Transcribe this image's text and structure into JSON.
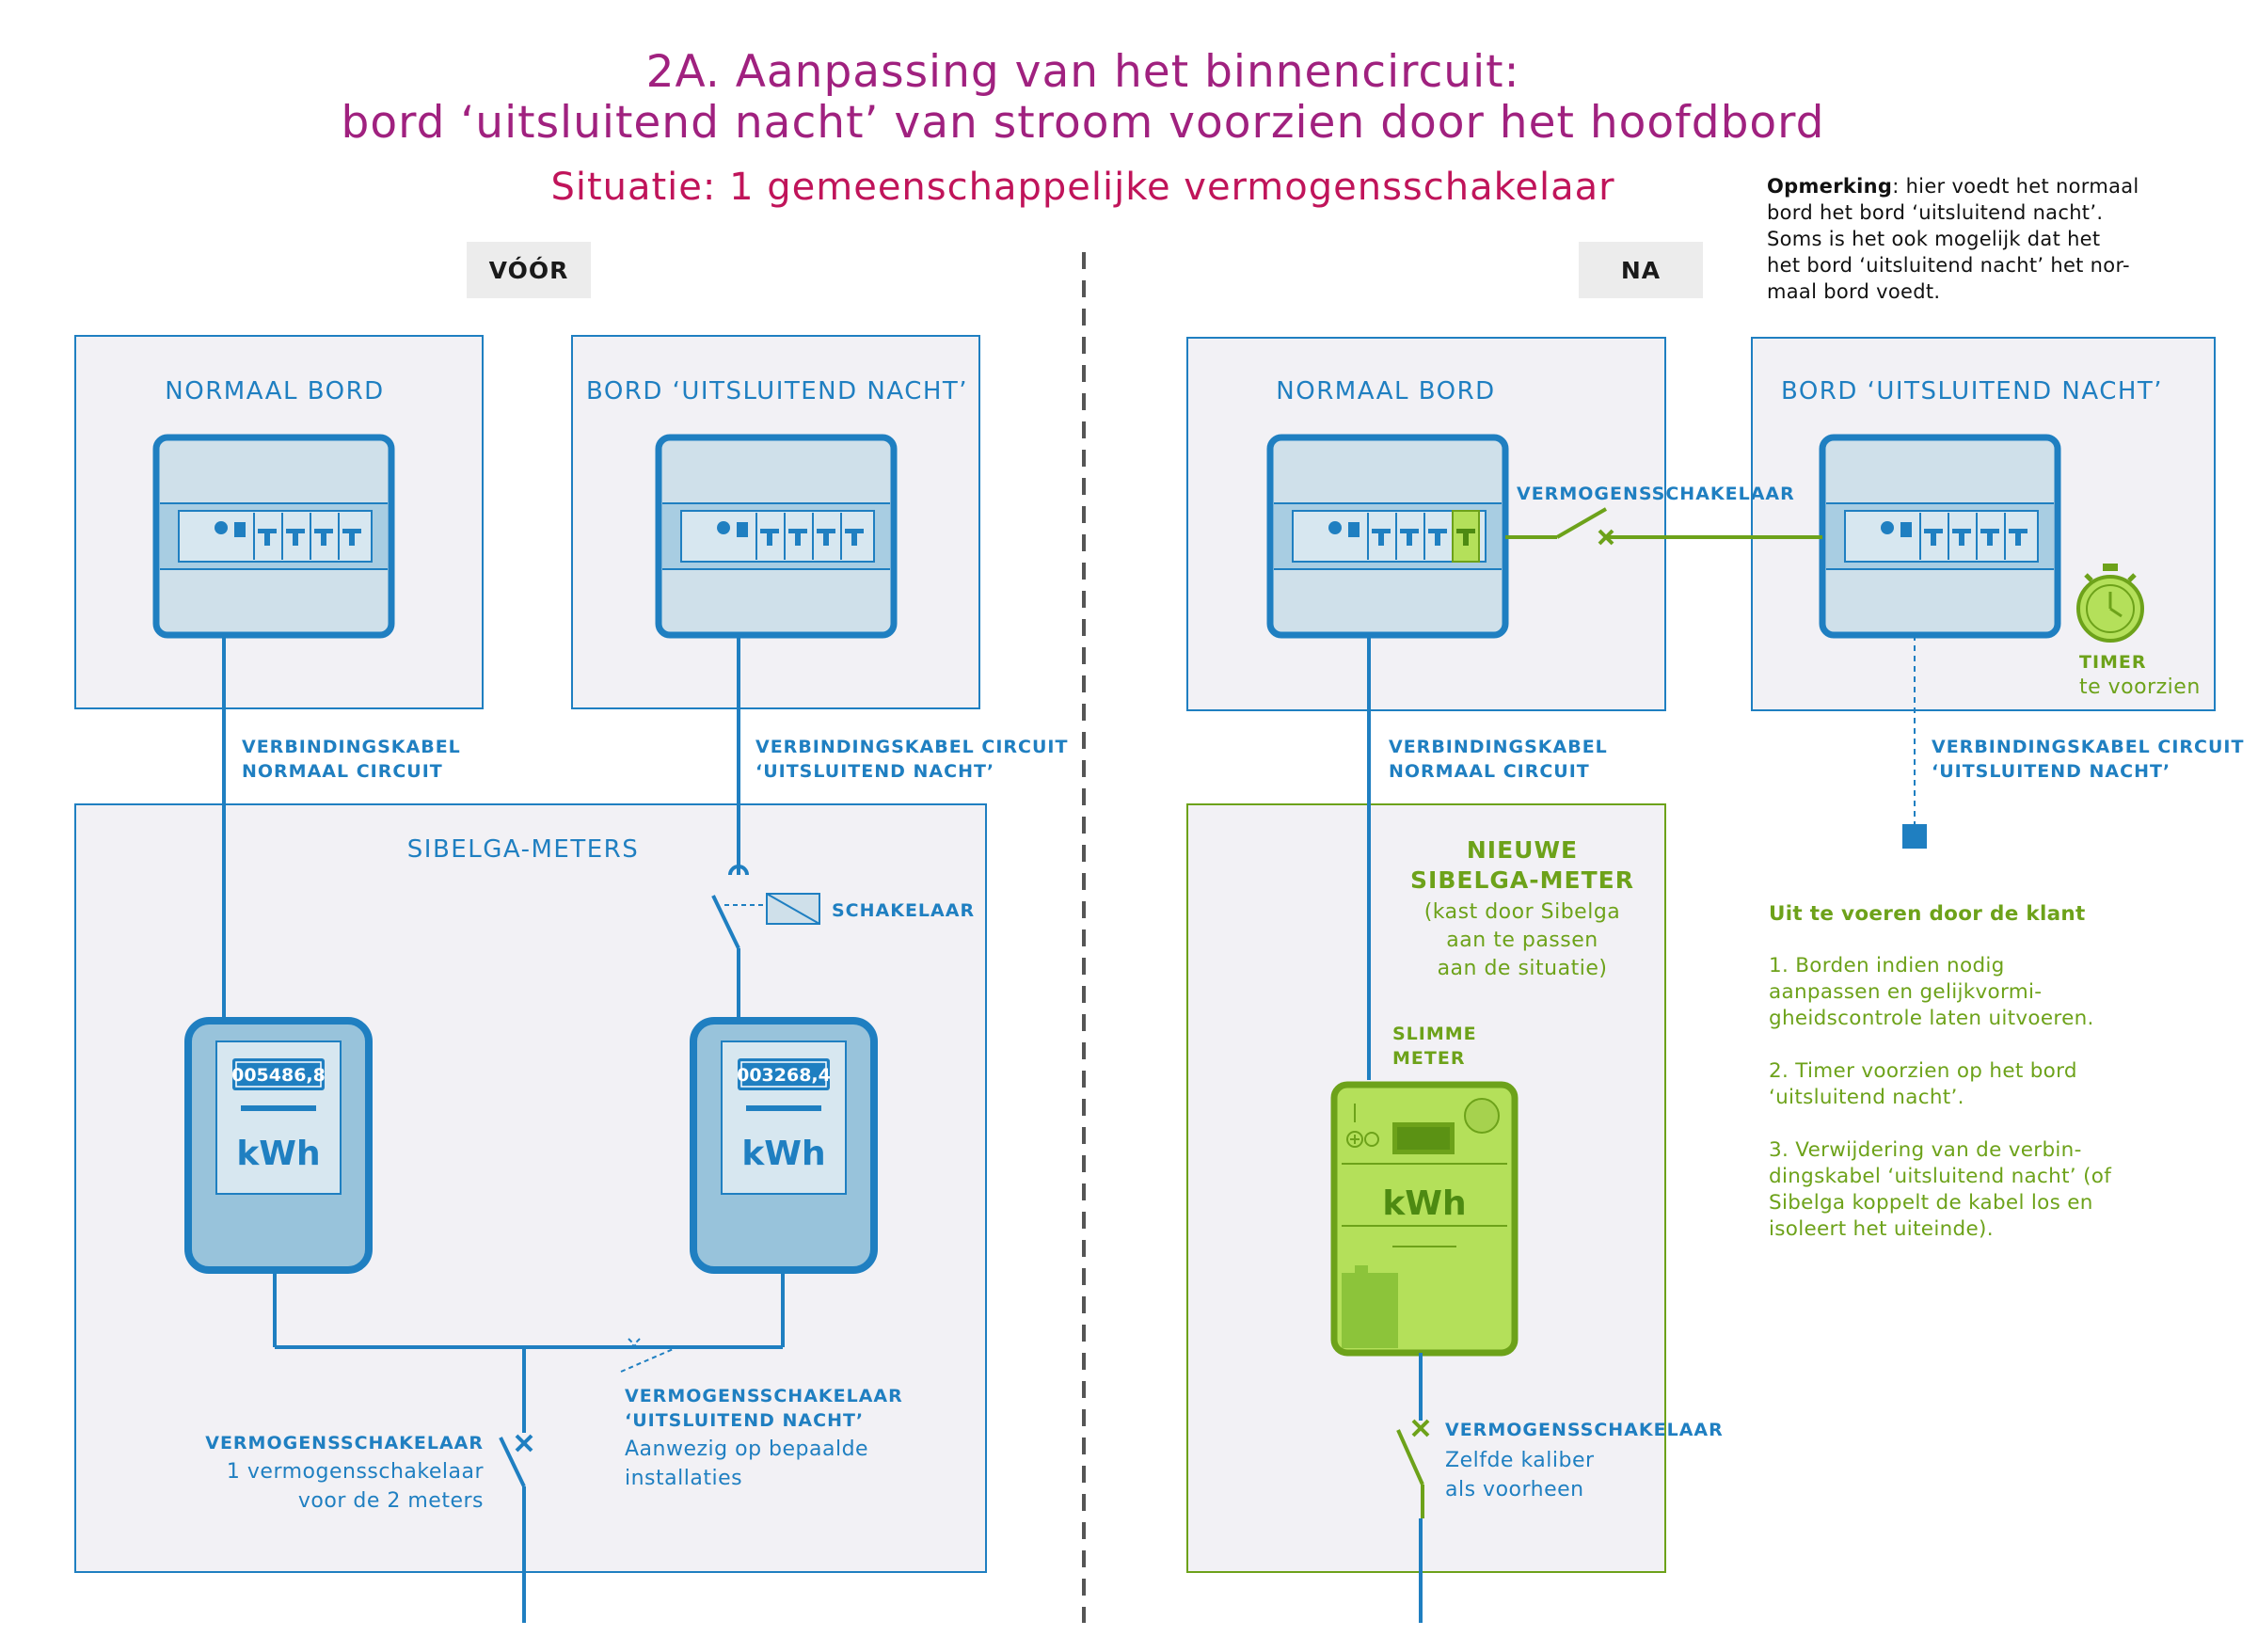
{
  "title": {
    "line1": "2A. Aanpassing van het binnencircuit:",
    "line2": "bord ‘uitsluitend nacht’ van stroom voorzien door het hoofdbord",
    "situation": "Situatie: 1 gemeenschappelijke vermogensschakelaar"
  },
  "remark": {
    "bold": "Opmerking",
    "lines": [
      ": hier voedt het normaal",
      "bord het bord ‘uitsluitend nacht’.",
      "Soms is het ook mogelijk dat het",
      "het bord ‘uitsluitend nacht’ het nor-",
      "maal bord voedt."
    ]
  },
  "before": {
    "tag": "VÓÓR",
    "normal_board": "NORMAAL BORD",
    "night_board": "BORD ‘UITSLUITEND NACHT’",
    "cable_normal": [
      "VERBINDINGSKABEL",
      "NORMAAL CIRCUIT"
    ],
    "cable_night": [
      "VERBINDINGSKABEL CIRCUIT",
      "‘UITSLUITEND NACHT’"
    ],
    "meters_label": "SIBELGA-METERS",
    "switch_label": "SCHAKELAAR",
    "meter1_reading": "005486,8",
    "meter2_reading": "003268,4",
    "kwh": "kWh",
    "night_breaker": [
      "VERMOGENSSCHAKELAAR",
      "‘UITSLUITEND NACHT’",
      "Aanwezig op bepaalde",
      "installaties"
    ],
    "main_breaker": [
      "VERMOGENSSCHAKELAAR",
      "1 vermogensschakelaar",
      "voor de 2 meters"
    ]
  },
  "after": {
    "tag": "NA",
    "normal_board": "NORMAAL BORD",
    "night_board": "BORD ‘UITSLUITEND NACHT’",
    "breaker_label": "VERMOGENSSCHAKELAAR",
    "timer": [
      "TIMER",
      "te voorzien"
    ],
    "cable_normal": [
      "VERBINDINGSKABEL",
      "NORMAAL CIRCUIT"
    ],
    "cable_night": [
      "VERBINDINGSKABEL CIRCUIT",
      "‘UITSLUITEND NACHT’"
    ],
    "new_meter": [
      "NIEUWE",
      "SIBELGA-METER",
      "(kast door Sibelga",
      "aan te passen",
      "aan de situatie)"
    ],
    "smart_meter": [
      "SLIMME",
      "METER"
    ],
    "kwh": "kWh",
    "breaker": [
      "VERMOGENSSCHAKELAAR",
      "Zelfde kaliber",
      "als voorheen"
    ]
  },
  "client_actions": {
    "title": "Uit te voeren door de klant",
    "steps": [
      [
        "1.  Borden indien nodig",
        "aanpassen en gelijkvormi-",
        "gheidscontrole laten uitvoeren."
      ],
      [
        "2.  Timer voorzien op het bord",
        "‘uitsluitend nacht’."
      ],
      [
        "3.  Verwijdering van de verbin-",
        "dingskabel ‘uitsluitend nacht’ (of",
        "Sibelga koppelt de kabel los en",
        "isoleert het uiteinde)."
      ]
    ]
  },
  "colors": {
    "blue": "#1f7fc1",
    "green": "#6da21a",
    "title": "#a0217f",
    "subtitle": "#c0145a",
    "panel": "#f2f1f5"
  }
}
